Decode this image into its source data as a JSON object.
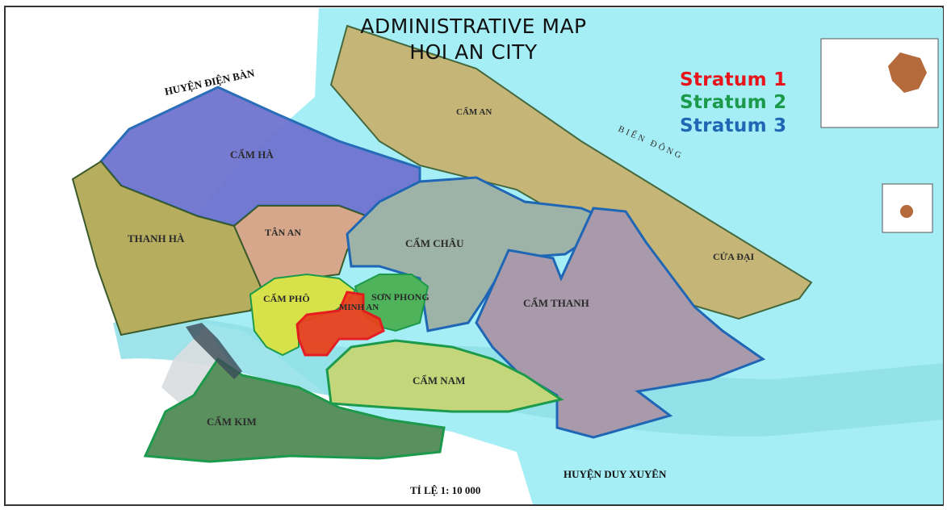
{
  "map": {
    "title_line1": "ADMINISTRATIVE MAP",
    "title_line2": "HOI AN CITY",
    "legend": [
      {
        "label": "Stratum 1",
        "color": "#e8141c"
      },
      {
        "label": "Stratum 2",
        "color": "#1c9a4c"
      },
      {
        "label": "Stratum 3",
        "color": "#1f66b5"
      }
    ],
    "regions": {
      "cam_ha": "CẨM HÀ",
      "thanh_ha": "THANH HÀ",
      "tan_an": "TÂN AN",
      "cam_chau": "CẨM CHÂU",
      "cam_an": "CẨM AN",
      "cua_dai": "CỬA ĐẠI",
      "cam_pho": "CẨM PHÔ",
      "son_phong": "SƠN PHONG",
      "minh_an": "MINH AN",
      "cam_thanh": "CẨM THANH",
      "cam_nam": "CẨM NAM",
      "cam_kim": "CẨM KIM"
    },
    "places": {
      "dien_ban": "HUYỆN ĐIỆN BÀN",
      "duy_xuyen": "HUYỆN DUY XUYÊN",
      "bien_dong": "BIỂN ĐÔNG"
    },
    "scale": "TỈ LỆ 1: 10 000",
    "colors": {
      "sea": "#a6eef5",
      "river": "#8fdfe8",
      "stratum1": "#e8141c",
      "stratum2": "#1c9a4c",
      "stratum3": "#1f66b5"
    }
  }
}
